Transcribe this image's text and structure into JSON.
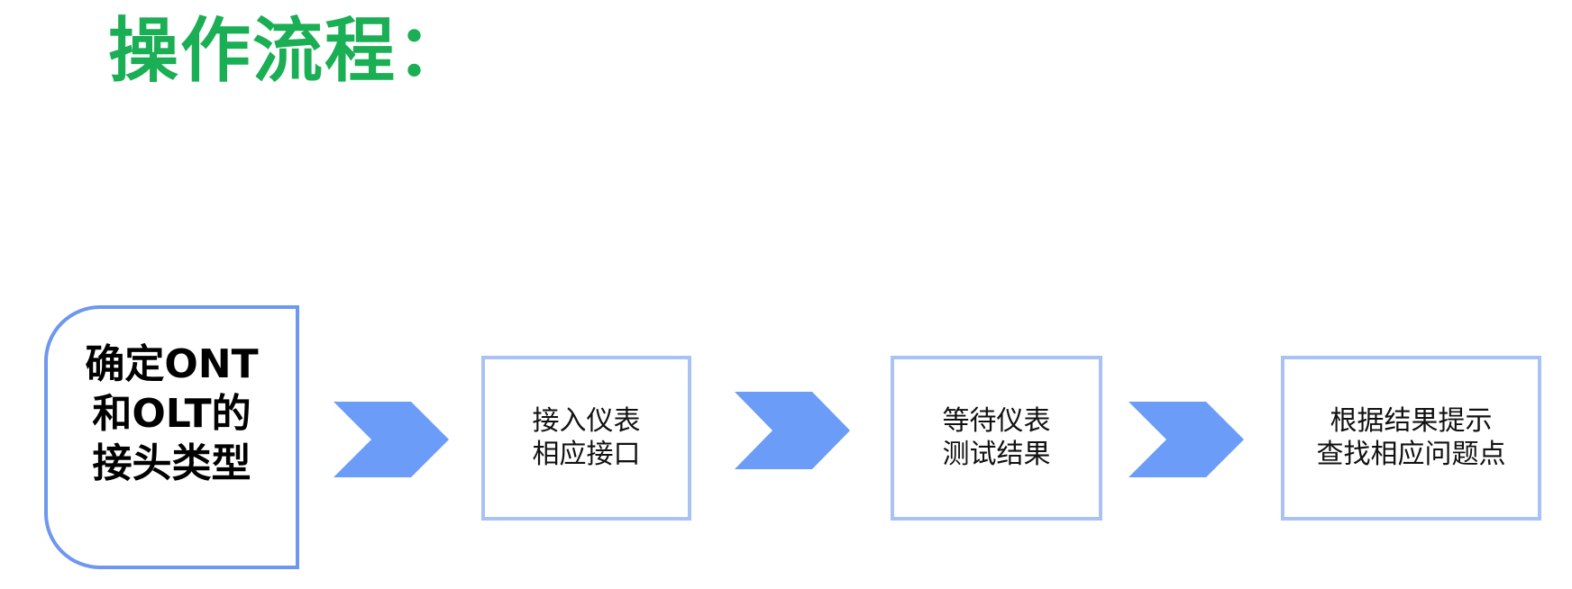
{
  "title": "操作流程：",
  "steps": [
    {
      "lines": [
        "确定ONT",
        "和OLT的",
        "接头类型"
      ]
    },
    {
      "lines": [
        "接入仪表",
        "相应接口"
      ]
    },
    {
      "lines": [
        "等待仪表",
        "测试结果"
      ]
    },
    {
      "lines": [
        "根据结果提示",
        "查找相应问题点"
      ]
    }
  ],
  "colors": {
    "title": "#1aaf54",
    "arrow": "#6a9cf8",
    "first_border": "#6d97f0",
    "box_border": "#a9c2f6"
  },
  "icons": {
    "arrow": "chevron-right-icon"
  }
}
